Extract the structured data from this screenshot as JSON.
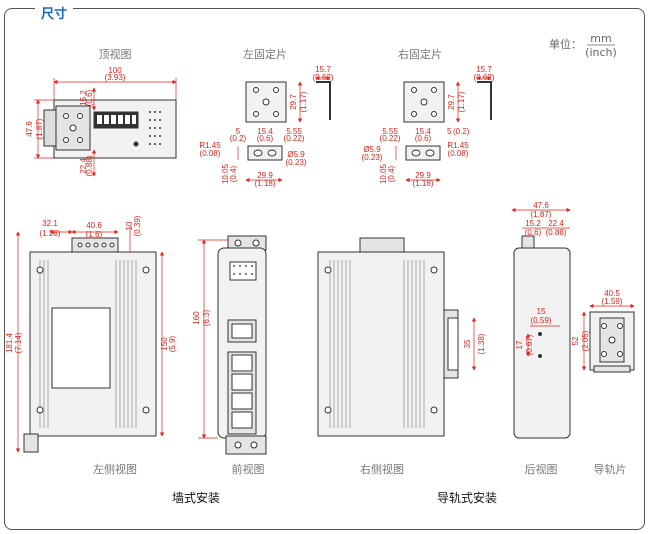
{
  "header": {
    "title": "尺寸"
  },
  "unit": {
    "label": "单位：",
    "top": "mm",
    "bottom": "(inch)"
  },
  "views": {
    "top": "顶视图",
    "left_bracket": "左固定片",
    "right_bracket": "右固定片",
    "left_side": "左侧视图",
    "front": "前视图",
    "right_side": "右侧视图",
    "rear": "后视图",
    "din_clip": "导轨片"
  },
  "sections": {
    "wall_mount": "墙式安装",
    "din_mount": "导轨式安装"
  },
  "colors": {
    "dimension": "#e2231a",
    "header": "#1565c8",
    "outline": "#333333"
  },
  "dims": {
    "top_w": "100",
    "top_w_in": "(3.93)",
    "top_d": "47.6",
    "top_d_in": "(1.87)",
    "top_a": "15.2",
    "top_a_in": "(0.6)",
    "top_b": "22.4",
    "top_b_in": "(0.88)",
    "lb_15_7": "15.7",
    "lb_15_7_in": "(0.62)",
    "lb_29_7": "29.7",
    "lb_29_7_in": "(1.17)",
    "lb_5": "5",
    "lb_5_in": "(0.2)",
    "lb_15_4": "15.4",
    "lb_15_4_in": "(0.6)",
    "lb_5_55": "5.55",
    "lb_5_55_in": "(0.22)",
    "lb_r": "R1.45",
    "lb_r_in": "(0.08)",
    "lb_phi": "Ø5.9",
    "lb_phi_in": "(0.23)",
    "lb_10": "10.05",
    "lb_10_in": "(0.4)",
    "lb_29_9": "29.9",
    "lb_29_9_in": "(1.18)",
    "rb_15_7": "15.7",
    "rb_15_7_in": "(0.62)",
    "rb_29_7": "29.7",
    "rb_29_7_in": "(1.17)",
    "rb_5_55": "5.55",
    "rb_5_55_in": "(0.22)",
    "rb_15_4": "15.4",
    "rb_15_4_in": "(0.6)",
    "rb_5": "5",
    "rb_5_in": "(0.2)",
    "rb_phi": "Ø5.9",
    "rb_phi_in": "(0.23)",
    "rb_r": "R1.45",
    "rb_r_in": "(0.08)",
    "rb_10": "10.05",
    "rb_10_in": "(0.4)",
    "rb_29_9": "29.9",
    "rb_29_9_in": "(1.18)",
    "ls_32_1": "32.1",
    "ls_32_1_in": "(1.26)",
    "ls_40_6": "40.6",
    "ls_40_6_in": "(1.6)",
    "ls_10": "10",
    "ls_10_in": "(0.39)",
    "ls_181": "181.4",
    "ls_181_in": "(7.14)",
    "ls_150": "150",
    "ls_150_in": "(5.9)",
    "fr_160": "160",
    "fr_160_in": "(6.3)",
    "rs_35": "35",
    "rs_35_in": "(1.38)",
    "re_47_6": "47.6",
    "re_47_6_in": "(1.87)",
    "re_15_2": "15.2",
    "re_15_2_in": "(0.6)",
    "re_22_4": "22.4",
    "re_22_4_in": "(0.88)",
    "re_15": "15",
    "re_15_in": "(0.59)",
    "re_17": "17",
    "re_17_in": "(0.67)",
    "din_40_5": "40.5",
    "din_40_5_in": "(1.59)",
    "din_52": "52",
    "din_52_in": "(2.05)"
  }
}
